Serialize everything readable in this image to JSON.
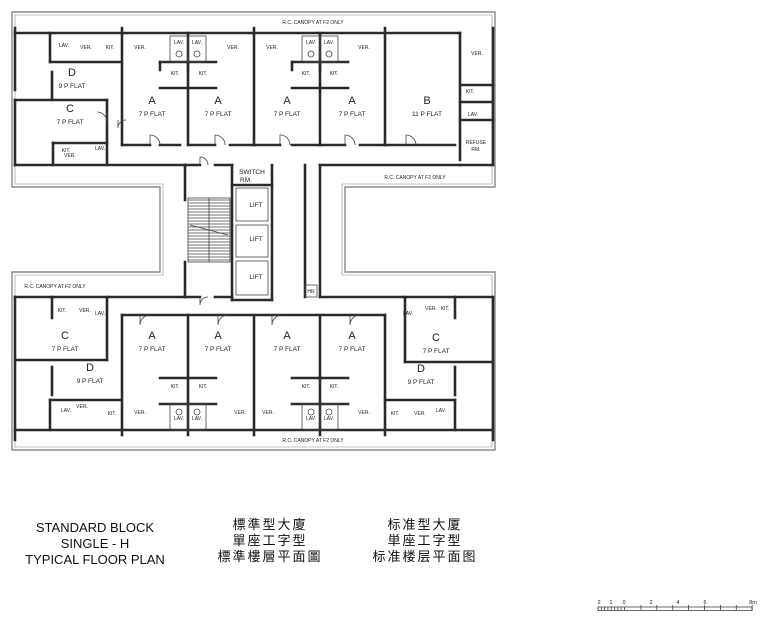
{
  "plan": {
    "canopy_label": "R.C. CANOPY AT F2 ONLY",
    "rooms": {
      "ver": "VER.",
      "kit": "KIT.",
      "lav": "LAV.",
      "switch_rm": [
        "SWITCH",
        "RM."
      ],
      "lift": "LIFT",
      "hr": "HR",
      "refuse_rm": [
        "REFUSE",
        "RM."
      ]
    },
    "top_flats": [
      {
        "type": "D",
        "desc": "9 P FLAT"
      },
      {
        "type": "C",
        "desc": "7 P FLAT"
      },
      {
        "type": "A",
        "desc": "7 P FLAT"
      },
      {
        "type": "A",
        "desc": "7 P FLAT"
      },
      {
        "type": "A",
        "desc": "7 P FLAT"
      },
      {
        "type": "A",
        "desc": "7 P FLAT"
      },
      {
        "type": "B",
        "desc": "11 P FLAT"
      }
    ],
    "bottom_flats": [
      {
        "type": "C",
        "desc": "7 P FLAT"
      },
      {
        "type": "D",
        "desc": "9 P FLAT"
      },
      {
        "type": "A",
        "desc": "7 P FLAT"
      },
      {
        "type": "A",
        "desc": "7 P FLAT"
      },
      {
        "type": "A",
        "desc": "7 P FLAT"
      },
      {
        "type": "A",
        "desc": "7 P FLAT"
      },
      {
        "type": "C",
        "desc": "7 P FLAT"
      },
      {
        "type": "D",
        "desc": "9 P FLAT"
      }
    ]
  },
  "caption": {
    "english": [
      "STANDARD BLOCK",
      "SINGLE - H",
      "TYPICAL FLOOR PLAN"
    ],
    "traditional_chinese": [
      "標準型大廈",
      "單座工字型",
      "標準樓層平面圖"
    ],
    "simplified_chinese": [
      "标准型大厦",
      "単座工字型",
      "标准楼层平面图"
    ]
  },
  "scale_bar": {
    "labels": [
      "2",
      "1",
      "0",
      "2",
      "4",
      "6",
      "8m"
    ]
  }
}
